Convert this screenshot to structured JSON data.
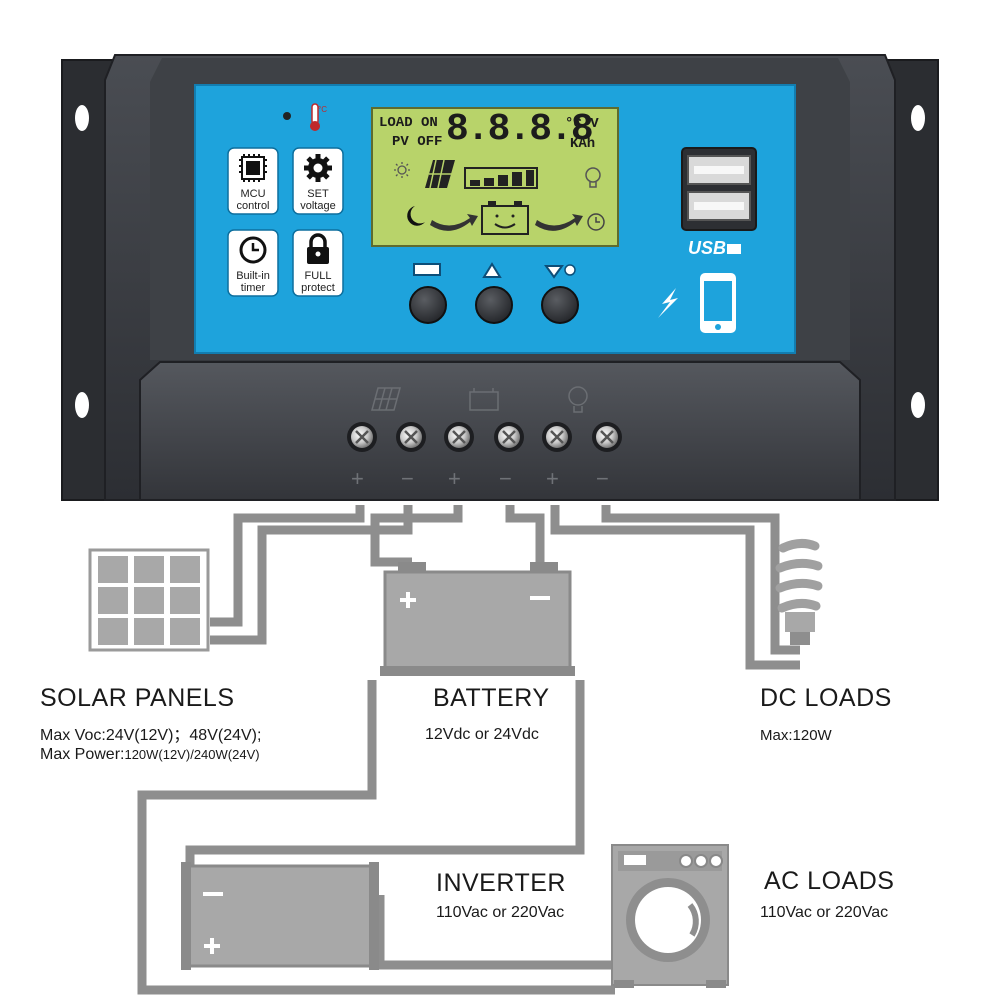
{
  "controller": {
    "badges": [
      {
        "line1": "MCU",
        "line2": "control",
        "icon": "chip-icon"
      },
      {
        "line1": "SET",
        "line2": "voltage",
        "icon": "gear-icon"
      },
      {
        "line1": "Built-in",
        "line2": "timer",
        "icon": "clock-icon"
      },
      {
        "line1": "FULL",
        "line2": "protect",
        "icon": "lock-icon"
      }
    ],
    "lcd": {
      "load": "LOAD ON",
      "pv": "PV OFF",
      "digits": "8.8.8.8",
      "unit1": "°C V",
      "unit2": "KAh"
    },
    "usb_label": "USB",
    "terminal_signs": [
      "+",
      "−",
      "+",
      "−",
      "+",
      "−"
    ],
    "terminal_groups": [
      "solar-panel-icon",
      "battery-icon",
      "lamp-icon"
    ],
    "buttons": [
      "menu-button",
      "up-button",
      "down-button"
    ]
  },
  "labels": {
    "solar": {
      "title": "SOLAR  PANELS",
      "line1_prefix": "Max  Voc:",
      "line1_value": "24V(12V)；48V(24V);",
      "line2_prefix": "Max  Power:",
      "line2_value": "120W(12V)/240W(24V)"
    },
    "battery": {
      "title": "BATTERY",
      "spec": "12Vdc  or  24Vdc"
    },
    "dc_loads": {
      "title": "DC  LOADS",
      "spec": "Max:120W"
    },
    "inverter": {
      "title": "INVERTER",
      "spec": "110Vac  or  220Vac"
    },
    "ac_loads": {
      "title": "AC  LOADS",
      "spec": "110Vac  or  220Vac"
    }
  },
  "colors": {
    "panel_blue": "#1ea3dc",
    "housing": "#3a3d42",
    "lcd": "#b8d36a",
    "wire": "#8e8e8e",
    "device_gray": "#a8a8a8"
  }
}
